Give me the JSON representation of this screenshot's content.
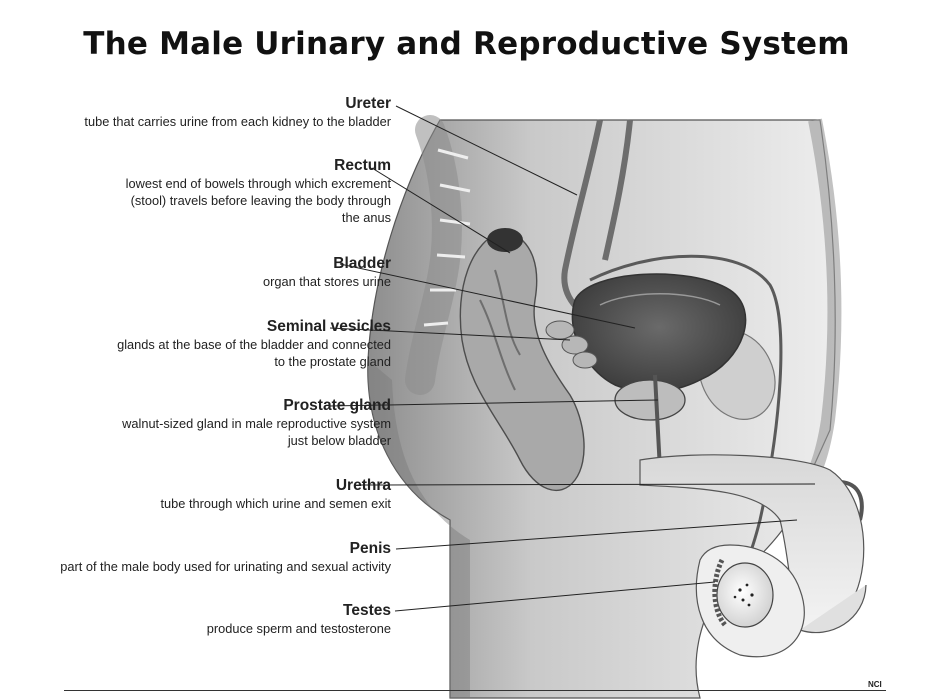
{
  "title": "The Male Urinary and Reproductive System",
  "credit": "NCI",
  "labels": [
    {
      "name": "Ureter",
      "desc": [
        "tube that carries urine from each kidney to the bladder"
      ]
    },
    {
      "name": "Rectum",
      "desc": [
        "lowest end of bowels through which excrement",
        "(stool) travels before leaving the body through",
        "the anus"
      ]
    },
    {
      "name": "Bladder",
      "desc": [
        "organ that stores urine"
      ]
    },
    {
      "name": "Seminal vesicles",
      "desc": [
        "glands at the base of the bladder and connected",
        "to the prostate gland"
      ]
    },
    {
      "name": "Prostate gland",
      "desc": [
        "walnut-sized gland in male reproductive system",
        "just below bladder"
      ]
    },
    {
      "name": "Urethra",
      "desc": [
        "tube through which urine and semen exit"
      ]
    },
    {
      "name": "Penis",
      "desc": [
        "part of the male body used for urinating and sexual activity"
      ]
    },
    {
      "name": "Testes",
      "desc": [
        "produce sperm and testosterone"
      ]
    }
  ]
}
